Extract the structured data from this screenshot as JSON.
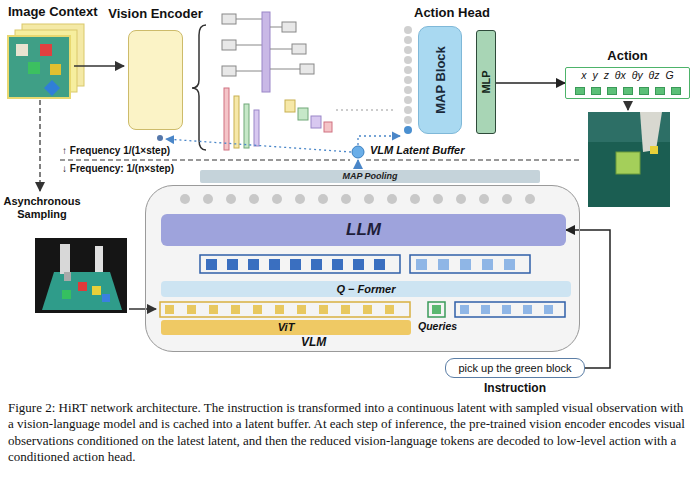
{
  "diagram": {
    "caption": "Figure 2: HiRT network architecture. The instruction is transformed into a continuous latent with sampled visual observation with a vision-language model and is cached into a latent buffer. At each step of inference, the pre-trained vision encoder encodes visual observations conditioned on the latest latent, and then the reduced vision-language tokens are decoded to low-level action with a conditioned action head.",
    "nodes": [
      {
        "text": [
          "Vision Encoder"
        ]
      },
      {
        "text": [
          "MAP Block"
        ]
      },
      {
        "text": [
          "MLP"
        ]
      },
      {
        "text": [
          "Action",
          "x y z θx θy θz G"
        ]
      },
      {
        "text": [
          "MAP Pooling"
        ]
      },
      {
        "text": [
          "VLM"
        ]
      },
      {
        "text": [
          "LLM"
        ],
        "in": 5
      },
      {
        "text": [
          "Q − Former"
        ],
        "in": 5
      },
      {
        "text": [
          "ViT"
        ],
        "in": 5
      },
      {
        "text": [
          "pick up the green block",
          "Instruction"
        ]
      }
    ],
    "edges": [
      {
        "from": 2,
        "to": 3,
        "arrow": "to"
      },
      {
        "from": 9,
        "to": 6,
        "arrow": "to"
      }
    ],
    "labels": [
      "Image Context",
      "Action Head",
      "↑ Frequency 1/(1×step)",
      "↓ Frequency: 1/(n×step)",
      "VLM Latent Buffer",
      "Asynchronous Sampling",
      "Queries"
    ]
  }
}
